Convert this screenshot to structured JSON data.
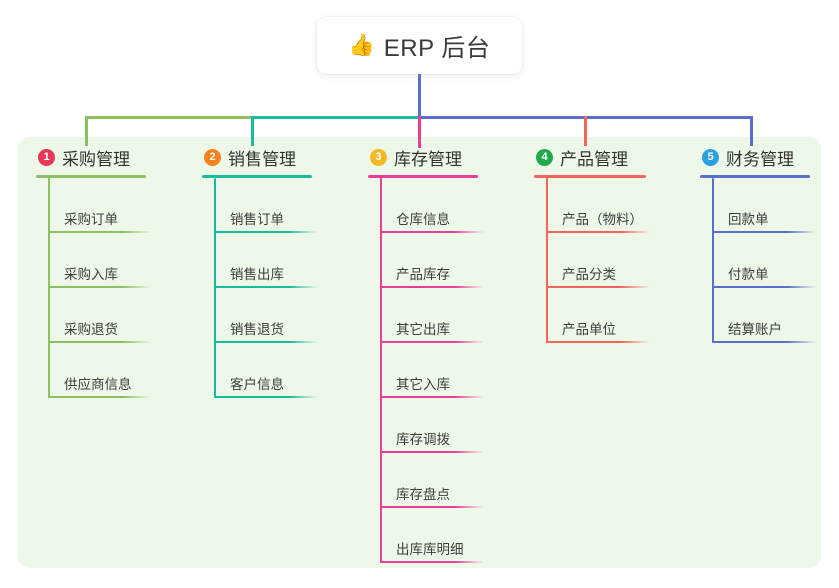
{
  "root": {
    "icon": "thumbs-up-icon",
    "icon_glyph": "👍",
    "label": "ERP 后台"
  },
  "colors": {
    "panel_background": "#eef8e8",
    "page_background": "#ffffff",
    "root_card_background": "#ffffff",
    "root_drop_line": "#5b6ec9",
    "bus_segment_left": "#8cc063",
    "bus_segment_mid": "#17bca0",
    "bus_segment_right": "#5b6ec9"
  },
  "columns": [
    {
      "index": "1",
      "title": "采购管理",
      "badge_color": "#e8385a",
      "accent_color": "#8cc063",
      "items": [
        {
          "label": "采购订单"
        },
        {
          "label": "采购入库"
        },
        {
          "label": "采购退货"
        },
        {
          "label": "供应商信息"
        }
      ]
    },
    {
      "index": "2",
      "title": "销售管理",
      "badge_color": "#f5821f",
      "accent_color": "#17bca0",
      "items": [
        {
          "label": "销售订单"
        },
        {
          "label": "销售出库"
        },
        {
          "label": "销售退货"
        },
        {
          "label": "客户信息"
        }
      ]
    },
    {
      "index": "3",
      "title": "库存管理",
      "badge_color": "#f5b722",
      "accent_color": "#e8409a",
      "items": [
        {
          "label": "仓库信息"
        },
        {
          "label": "产品库存"
        },
        {
          "label": "其它出库"
        },
        {
          "label": "其它入库"
        },
        {
          "label": "库存调拨"
        },
        {
          "label": "库存盘点"
        },
        {
          "label": "出库库明细"
        }
      ]
    },
    {
      "index": "4",
      "title": "产品管理",
      "badge_color": "#22a94e",
      "accent_color": "#f2665b",
      "items": [
        {
          "label": "产品（物料）"
        },
        {
          "label": "产品分类"
        },
        {
          "label": "产品单位"
        }
      ]
    },
    {
      "index": "5",
      "title": "财务管理",
      "badge_color": "#29a3e0",
      "accent_color": "#5b6ec9",
      "items": [
        {
          "label": "回款单"
        },
        {
          "label": "付款单"
        },
        {
          "label": "结算账户"
        }
      ]
    }
  ]
}
